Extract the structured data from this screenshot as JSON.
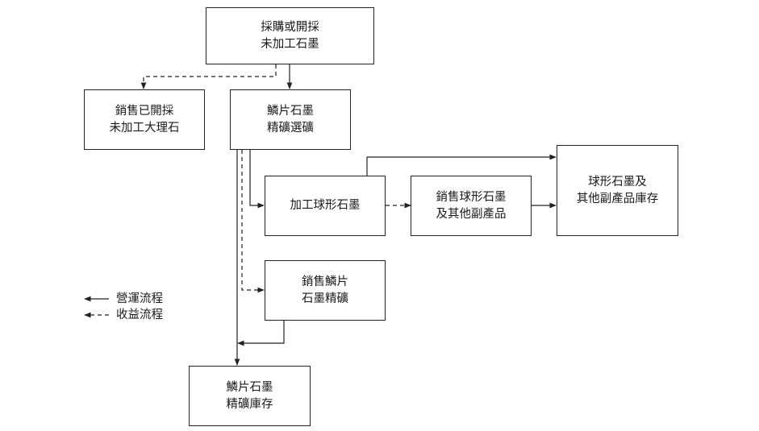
{
  "nodes": {
    "procure_mine": {
      "line1": "採購或開採",
      "line2": "未加工石墨"
    },
    "sell_raw": {
      "line1": "銷售已開採",
      "line2": "未加工大理石"
    },
    "flake_concentrate_selection": {
      "line1": "鱗片石墨",
      "line2": "精礦選礦"
    },
    "process_spherical": {
      "line1": "加工球形石墨"
    },
    "sell_spherical": {
      "line1": "銷售球形石墨",
      "line2": "及其他副產品"
    },
    "spherical_inventory": {
      "line1": "球形石墨及",
      "line2": "其他副產品庫存"
    },
    "sell_flake_concentrate": {
      "line1": "銷售鱗片",
      "line2": "石墨精礦"
    },
    "flake_inventory": {
      "line1": "鱗片石墨",
      "line2": "精礦庫存"
    }
  },
  "legend": {
    "operation_flow": "營運流程",
    "revenue_flow": "收益流程"
  }
}
